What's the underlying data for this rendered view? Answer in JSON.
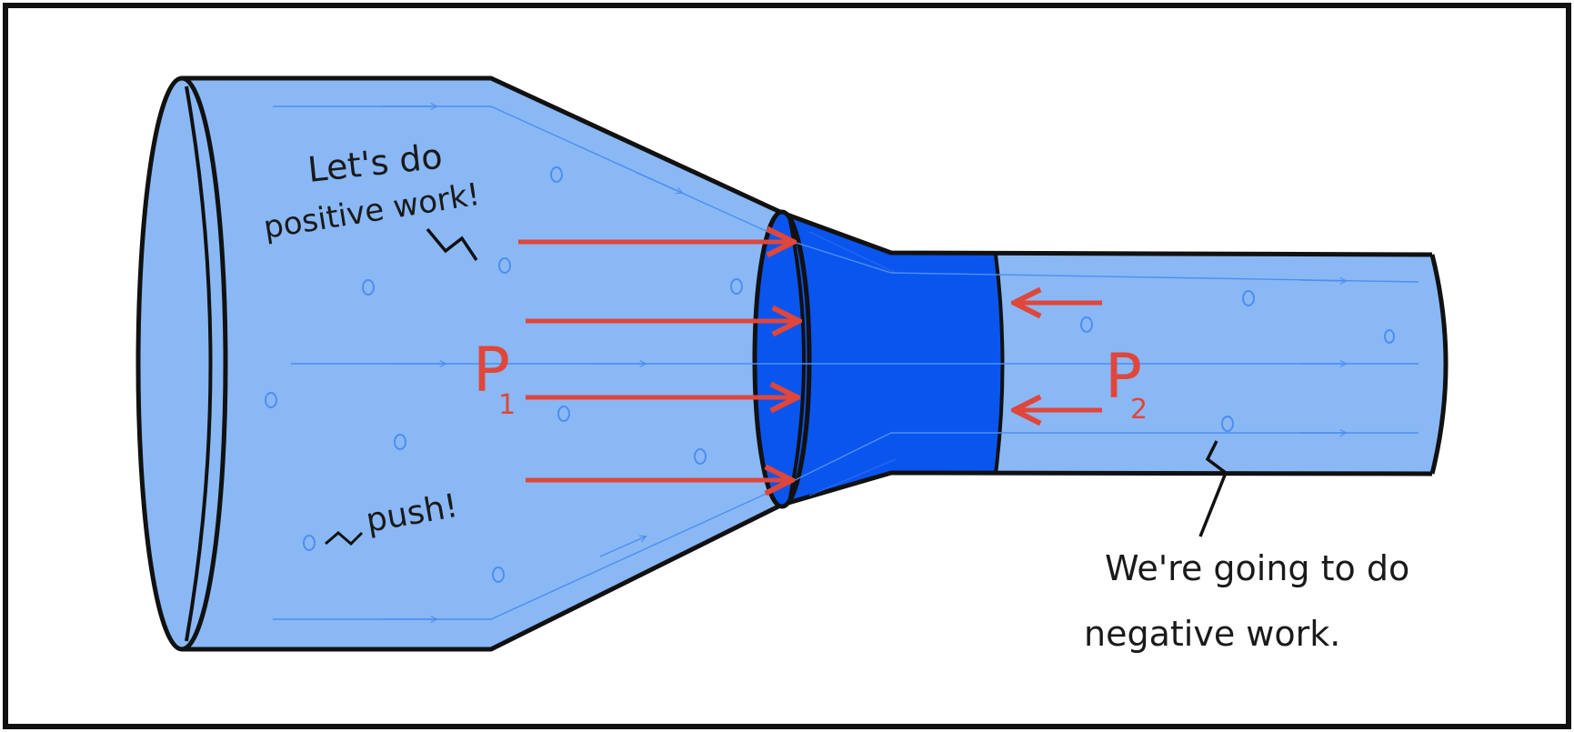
{
  "labels": {
    "positive_line1": "Let's do",
    "positive_line2": "positive work!",
    "push": "push!",
    "p1_letter": "P",
    "p1_sub": "1",
    "p2_letter": "P",
    "p2_sub": "2",
    "negative_line1": "We're going to do",
    "negative_line2": "negative work."
  },
  "colors": {
    "fluid": "#8ab8f5",
    "fluid_dark": "#0a55ee",
    "outline": "#111111",
    "force_arrow": "#e0463a",
    "flow_line": "#4d8ef0",
    "particle": "#4d8ef0"
  }
}
